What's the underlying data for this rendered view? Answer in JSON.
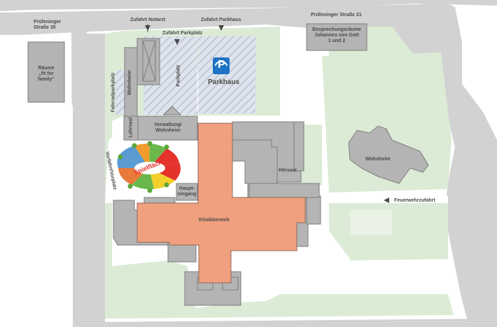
{
  "colors": {
    "road": "#d2d2d2",
    "green": "#dcebd6",
    "building": "#b4b4b4",
    "building_stroke": "#7c7c7c",
    "clinic": "#f0a07e",
    "parking": "#c7cedd",
    "parking_icon": "#1e73c4",
    "label": "#4a4a4a",
    "play_red": "#e5322d"
  },
  "labels": {
    "pruefeninger_35": "Prüfeninger\nStraße 35",
    "raeume_fit": "Räume\n„fit for\nfamily“",
    "zufahrt_notarzt": "Zufahrt Notarzt",
    "zufahrt_parkplatz": "Zufahrt Parkplatz",
    "zufahrt_parkhaus": "Zufahrt Parkhaus",
    "pruefeninger_21": "Prüfeninger Straße 21",
    "besprechung": "Besprechungsräume\nJohannes von Gott\n1 und 2",
    "parkhaus": "Parkhaus",
    "parkhaus_sign": "P",
    "fahrradparkplatz": "Fahrradparkplatz",
    "wohnheim_left": "Wohnheim",
    "parkplatz": "Parkplatz",
    "lehrsaal": "Lehrsaal",
    "verwaltung": "Verwaltung/\nWohnheim",
    "spielflaeche": "Spielfläche",
    "vorfahrt": "Vorfahrt/Vorplatz",
    "hoersaal": "Hörsaal",
    "wohnheim_right": "Wohnheim",
    "feuerwehrzufahrt": "Feuerwehrzufahrt",
    "haupteingang": "Haupt-\neingang",
    "klinikbereich": "Klinikbereich"
  }
}
